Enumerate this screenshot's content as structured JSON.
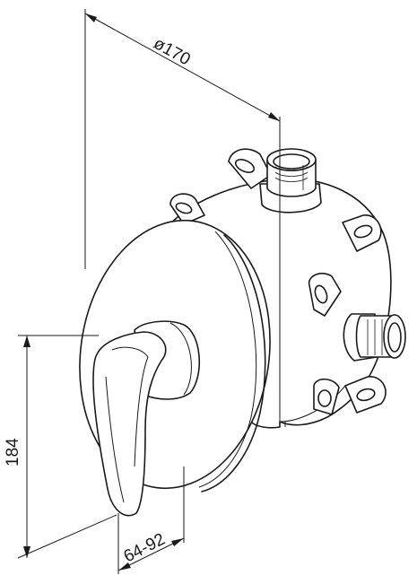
{
  "dimensions": {
    "diameter": "ø170",
    "height": "184",
    "depth": "64-92"
  }
}
